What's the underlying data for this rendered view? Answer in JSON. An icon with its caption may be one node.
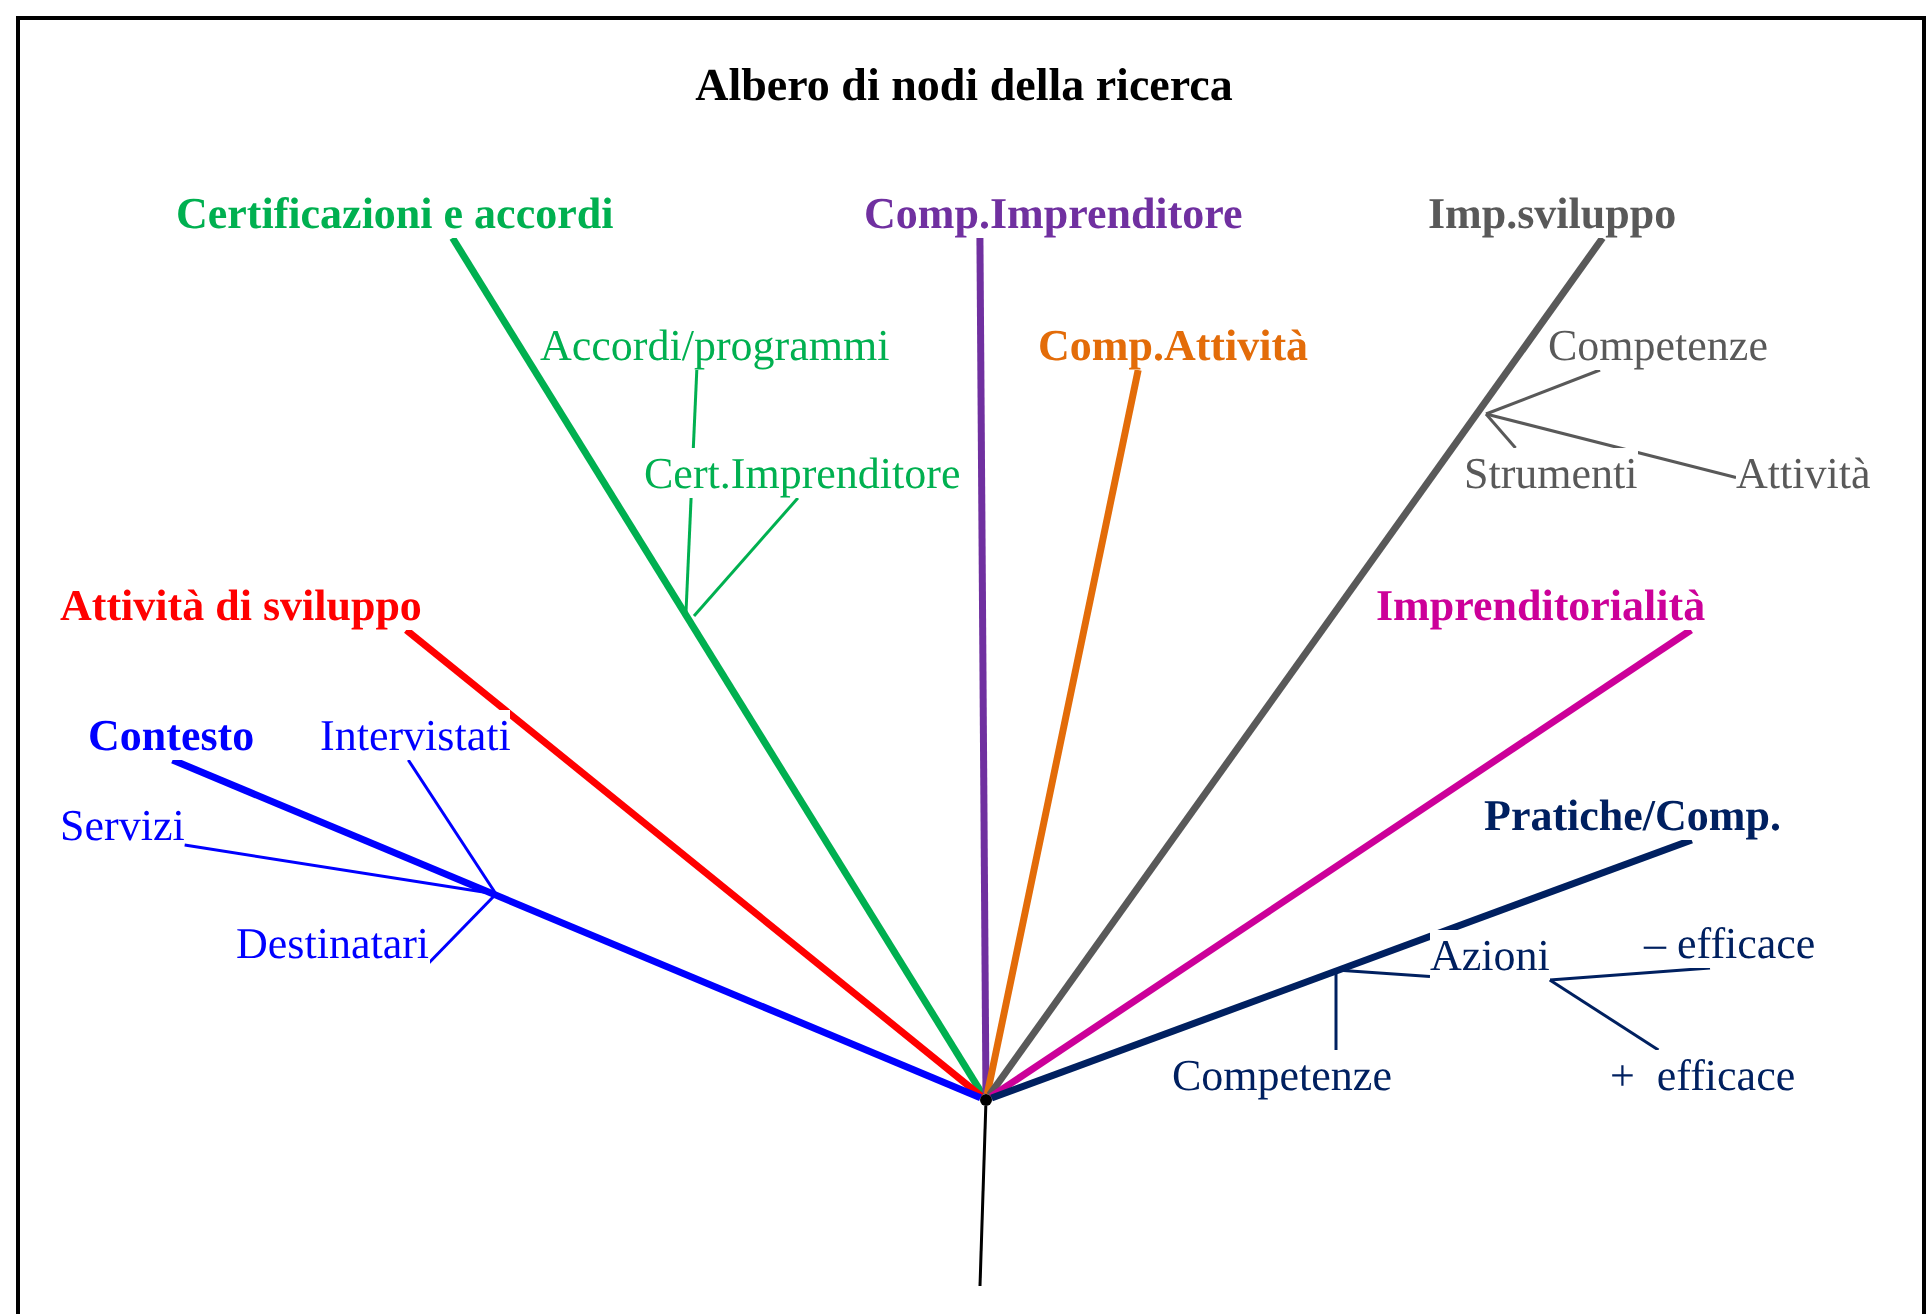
{
  "diagram": {
    "title": "Albero di nodi della ricerca",
    "nodes": [
      {
        "text": [],
        "shape": "circle"
      },
      {
        "text": [
          "Certificazioni e accordi"
        ]
      },
      {
        "text": [
          "Accordi/programmi"
        ]
      },
      {
        "text": [
          "Cert.Imprenditore"
        ]
      },
      {
        "text": [
          "Comp.Imprenditore"
        ]
      },
      {
        "text": [
          "Comp.Attività"
        ]
      },
      {
        "text": [
          "Imp.sviluppo"
        ]
      },
      {
        "text": [
          "Competenze"
        ]
      },
      {
        "text": [
          "Strumenti"
        ]
      },
      {
        "text": [
          "Attività"
        ]
      },
      {
        "text": [
          "Attività di sviluppo"
        ]
      },
      {
        "text": [
          "Imprenditorialità"
        ]
      },
      {
        "text": [
          "Contesto"
        ]
      },
      {
        "text": [
          "Intervistati"
        ]
      },
      {
        "text": [
          "Servizi"
        ]
      },
      {
        "text": [
          "Destinatari"
        ]
      },
      {
        "text": [
          "**Pratiche/Comp**."
        ]
      },
      {
        "text": [
          "Azioni"
        ]
      },
      {
        "text": [
          "– efficace"
        ]
      },
      {
        "text": [
          "Competenze"
        ]
      },
      {
        "text": [
          "+  efficace"
        ]
      }
    ],
    "edges": [
      {
        "from": 0,
        "to": 1,
        "arrow": "none",
        "style": "thick",
        "color": "#00b050"
      },
      {
        "from": 0,
        "to": 4,
        "arrow": "none",
        "style": "thick",
        "color": "#7030a0"
      },
      {
        "from": 0,
        "to": 5,
        "arrow": "none",
        "style": "thick",
        "color": "#e36c09"
      },
      {
        "from": 0,
        "to": 6,
        "arrow": "none",
        "style": "thick",
        "color": "#595959"
      },
      {
        "from": 0,
        "to": 10,
        "arrow": "none",
        "style": "thick",
        "color": "#ff0000"
      },
      {
        "from": 0,
        "to": 11,
        "arrow": "none",
        "style": "thick",
        "color": "#cc0099"
      },
      {
        "from": 0,
        "to": 12,
        "arrow": "none",
        "style": "thick",
        "color": "#0000ff"
      },
      {
        "from": 0,
        "to": 16,
        "arrow": "none",
        "style": "thick",
        "color": "#002060"
      },
      {
        "from": 0,
        "to": null,
        "arrow": "none",
        "color": "#000000"
      },
      {
        "from": null,
        "to": 2,
        "arrow": "none",
        "color": "#00b050"
      },
      {
        "from": null,
        "to": 3,
        "arrow": "none",
        "color": "#00b050"
      },
      {
        "from": null,
        "to": 7,
        "arrow": "none",
        "color": "#595959"
      },
      {
        "from": null,
        "to": 8,
        "arrow": "none",
        "color": "#595959"
      },
      {
        "from": null,
        "to": 9,
        "arrow": "none",
        "color": "#595959"
      },
      {
        "from": null,
        "to": 13,
        "arrow": "none",
        "color": "#0000ff"
      },
      {
        "from": null,
        "to": 14,
        "arrow": "none",
        "color": "#0000ff"
      },
      {
        "from": null,
        "to": 15,
        "arrow": "none",
        "color": "#0000ff"
      },
      {
        "from": null,
        "to": 17,
        "arrow": "none",
        "color": "#002060"
      },
      {
        "from": null,
        "to": 19,
        "arrow": "none",
        "color": "#002060"
      },
      {
        "from": 17,
        "to": 18,
        "arrow": "none",
        "color": "#002060"
      },
      {
        "from": 17,
        "to": 20,
        "arrow": "none",
        "color": "#002060"
      }
    ]
  }
}
